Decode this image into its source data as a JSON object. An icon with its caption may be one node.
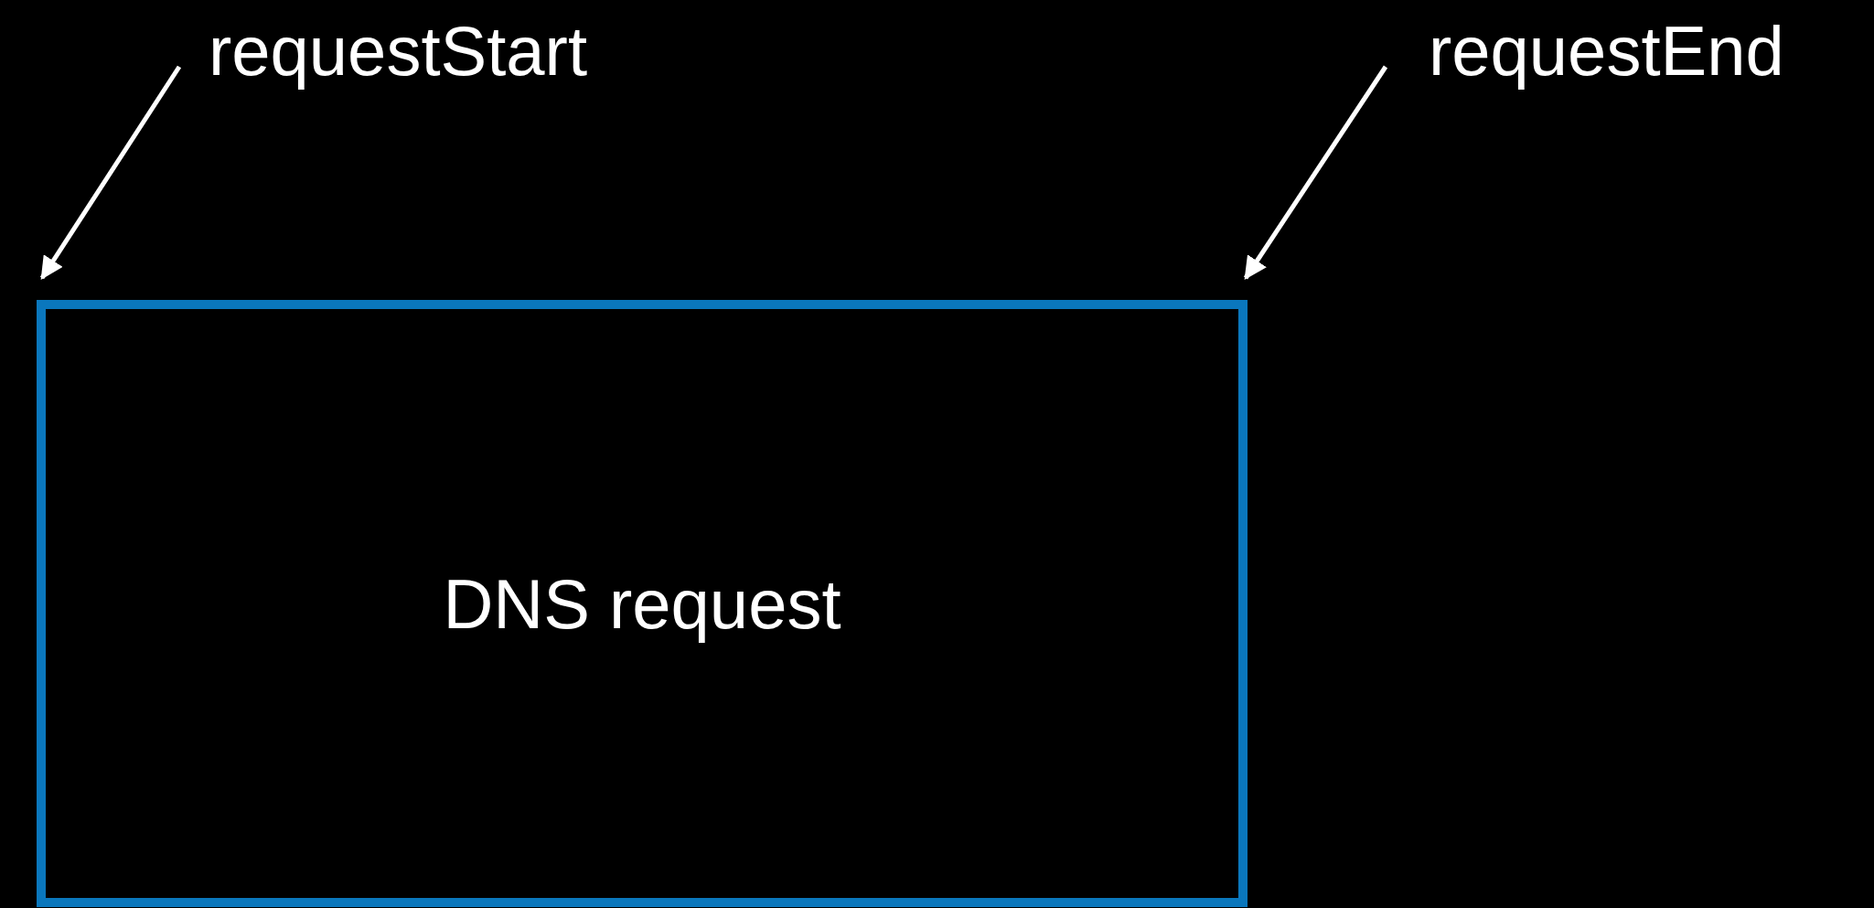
{
  "diagram": {
    "nodes": [
      {
        "text": [
          "requestStart"
        ]
      },
      {
        "text": [
          "requestEnd"
        ]
      },
      {
        "text": [
          "DNS request"
        ]
      }
    ],
    "edges": [
      {
        "from": 0,
        "to": 2,
        "arrow": "to"
      },
      {
        "from": 1,
        "to": 2,
        "arrow": "to"
      }
    ]
  }
}
